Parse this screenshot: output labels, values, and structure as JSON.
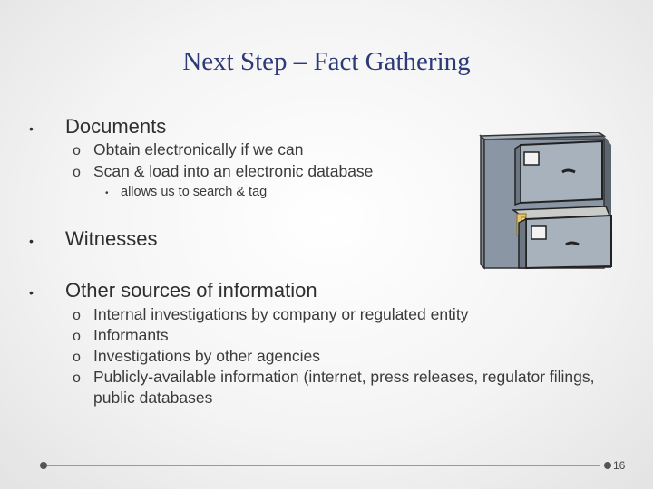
{
  "slide": {
    "title": "Next Step – Fact Gathering",
    "page_number": "16",
    "image_name": "filing-cabinet-clipart"
  },
  "content": {
    "documents": {
      "label": "Documents",
      "items": [
        "Obtain electronically if we can",
        "Scan & load into an electronic database"
      ],
      "sub_items": [
        "allows us to search & tag"
      ]
    },
    "witnesses": {
      "label": "Witnesses"
    },
    "other_sources": {
      "label": "Other sources of information",
      "items": [
        "Internal investigations by company or regulated entity",
        "Informants",
        "Investigations by other agencies",
        "Publicly-available information (internet, press releases, regulator filings, public databases"
      ]
    }
  },
  "glyphs": {
    "bullet": "•",
    "sub_bullet": "o"
  },
  "colors": {
    "title": "#2c3a78",
    "text": "#2f2f2f",
    "cabinet": "#8a96a3"
  }
}
